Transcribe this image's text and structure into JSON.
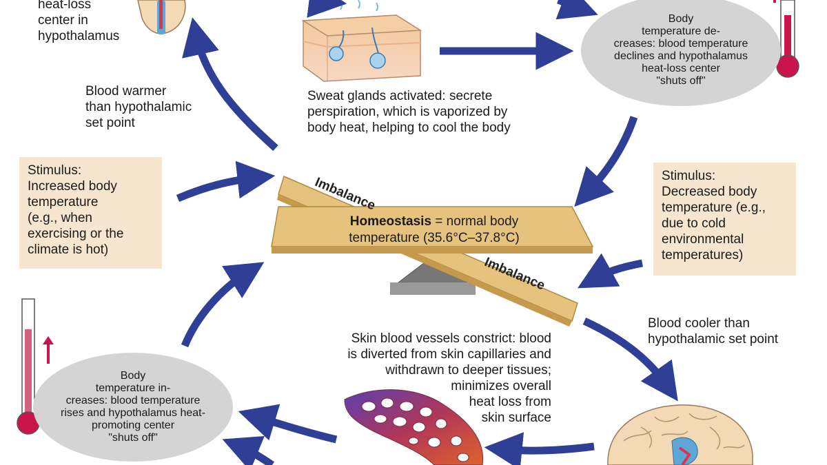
{
  "texts": {
    "top_left_label": "heat-loss\ncenter in\nhypothalamus",
    "blood_warmer": "Blood warmer\nthan hypothalamic\nset point",
    "sweat_glands": "Sweat glands activated: secrete\nperspiration, which is vaporized by\nbody heat, helping to cool the body",
    "stimulus_increased": "Stimulus:\nIncreased body\ntemperature\n(e.g., when\nexercising or the\nclimate is hot)",
    "stimulus_decreased": "Stimulus:\nDecreased body\ntemperature (e.g.,\ndue to cold\nenvironmental\ntemperatures)",
    "oval_decreases": "Body\ntemperature de-\ncreases: blood temperature\ndeclines and hypothalamus\nheat-loss center\n\"shuts off\"",
    "oval_increases": "Body\ntemperature in-\ncreases: blood temperature\nrises and hypothalamus heat-\npromoting center\n\"shuts off\"",
    "blood_cooler": "Blood cooler than\nhypothalamic set point",
    "vessels_constrict": "Skin blood vessels constrict: blood\nis diverted from skin capillaries and\nwithdrawn to deeper tissues;\nminimizes overall\nheat loss from\nskin surface",
    "imbalance_top": "Imbalance",
    "imbalance_bottom": "Imbalance",
    "homeostasis_bold": "Homeostasis",
    "homeostasis_rest": " = normal body",
    "homeostasis_range": "temperature (35.6°C–37.8°C)"
  },
  "colors": {
    "arrow": "#2e3f95",
    "box": "#f6e6cf",
    "oval": "#d4d4d4",
    "plank": "#e5c27d",
    "plank_edge": "#b08a3c",
    "fulcrum": "#777777",
    "thermo_red": "#c9154b"
  }
}
